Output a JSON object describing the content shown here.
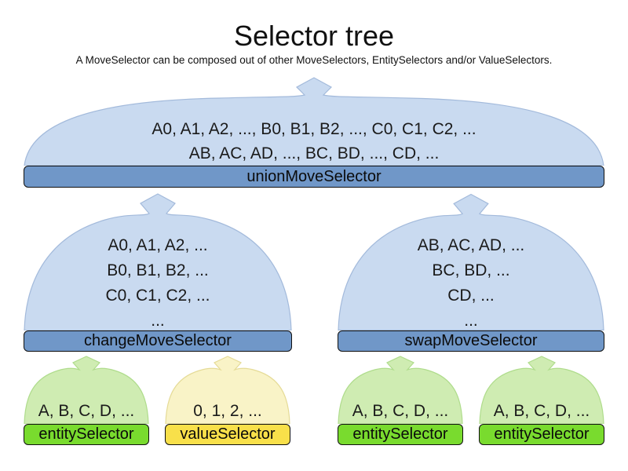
{
  "page": {
    "title": "Selector tree",
    "subtitle": "A MoveSelector can be composed out of other MoveSelectors, EntitySelectors and/or ValueSelectors."
  },
  "colors": {
    "bar_blue": "#7097C8",
    "dome_blue": "#C9DAF0",
    "dome_blue_edge": "#A3BADB",
    "bar_green": "#79DB2E",
    "dome_green": "#CFECB2",
    "dome_green_edge": "#AFDC8C",
    "bar_yellow": "#F8E04A",
    "dome_yellow": "#F9F3C7",
    "dome_yellow_edge": "#E5DB97"
  },
  "tree": {
    "union": {
      "label": "unionMoveSelector",
      "lines": [
        "A0, A1, A2, ..., B0, B1, B2, ..., C0, C1, C2, ...",
        "AB, AC, AD, ..., BC, BD, ..., CD, ..."
      ]
    },
    "change": {
      "label": "changeMoveSelector",
      "lines": [
        "A0, A1, A2, ...",
        "B0, B1, B2, ...",
        "C0, C1, C2, ...",
        "..."
      ]
    },
    "swap": {
      "label": "swapMoveSelector",
      "lines": [
        "AB, AC, AD, ...",
        "BC, BD, ...",
        "CD, ...",
        "..."
      ]
    },
    "entity1": {
      "label": "entitySelector",
      "lines": [
        "A, B, C, D, ..."
      ]
    },
    "value1": {
      "label": "valueSelector",
      "lines": [
        "0, 1, 2, ..."
      ]
    },
    "entity2": {
      "label": "entitySelector",
      "lines": [
        "A, B, C, D, ..."
      ]
    },
    "entity3": {
      "label": "entitySelector",
      "lines": [
        "A, B, C, D, ..."
      ]
    }
  }
}
